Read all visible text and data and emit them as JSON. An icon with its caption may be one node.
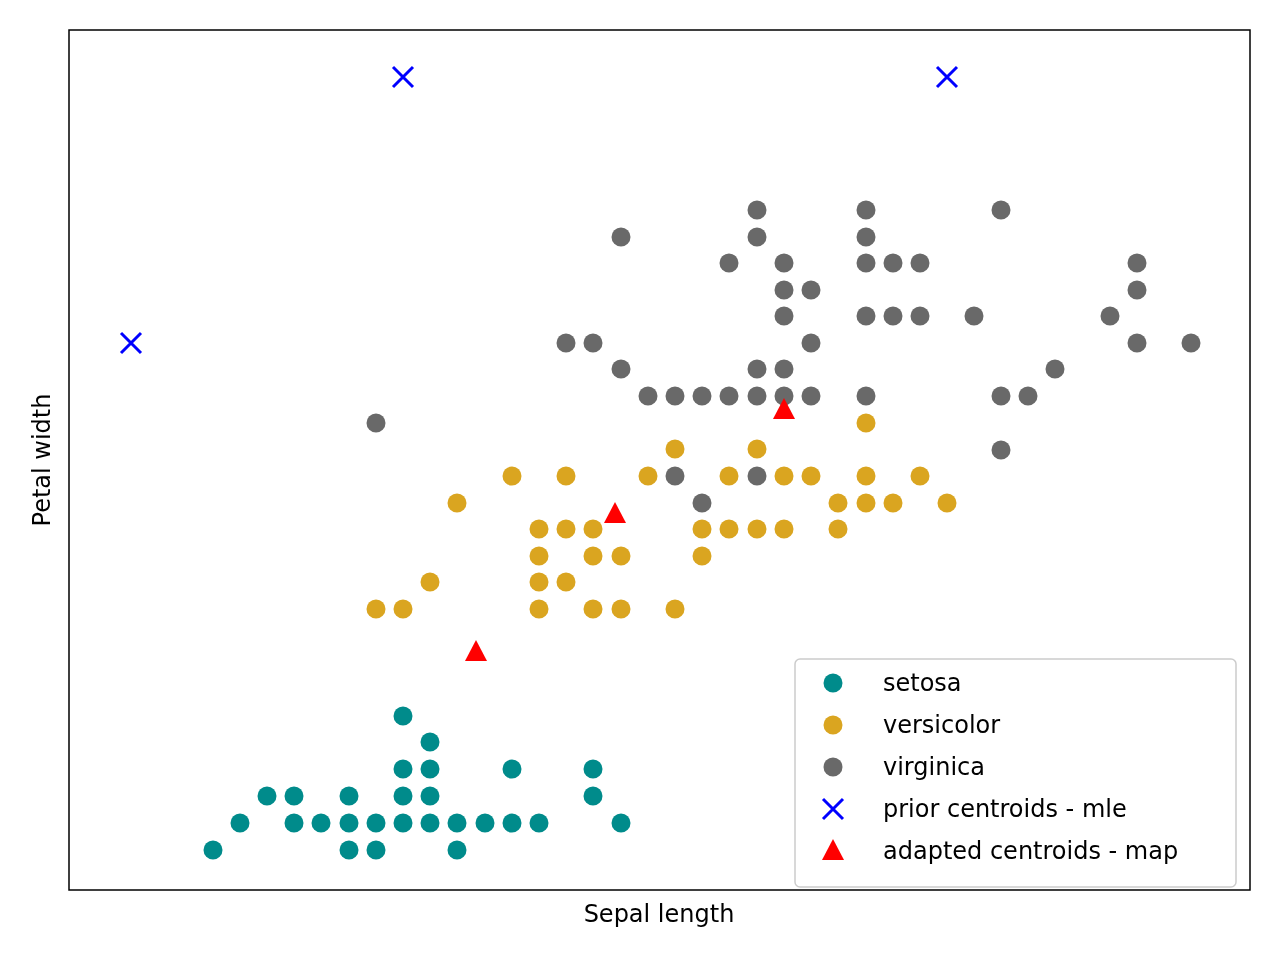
{
  "diagram": {
    "labels": [
      "Sepal length",
      "Petal width"
    ],
    "legend": [
      {
        "text": "setosa",
        "color": "#008b8b"
      },
      {
        "text": "versicolor",
        "color": "#daa520"
      },
      {
        "text": "virginica",
        "color": "#696969"
      },
      {
        "text": "prior centroids - mle",
        "color": "#0000ff"
      },
      {
        "text": "adapted centroids - map",
        "color": "#ff0000"
      }
    ]
  }
}
